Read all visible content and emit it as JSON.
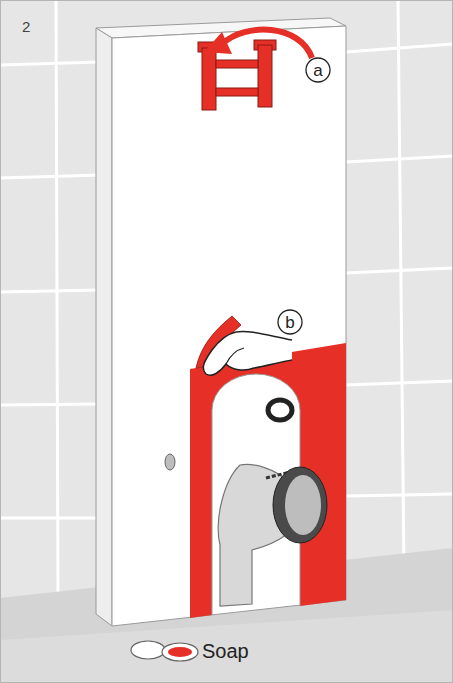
{
  "diagram": {
    "nodes": [
      {
        "text": [
          "a"
        ]
      },
      {
        "text": [
          "b"
        ]
      }
    ],
    "labels": [
      "2",
      "Soap"
    ]
  }
}
